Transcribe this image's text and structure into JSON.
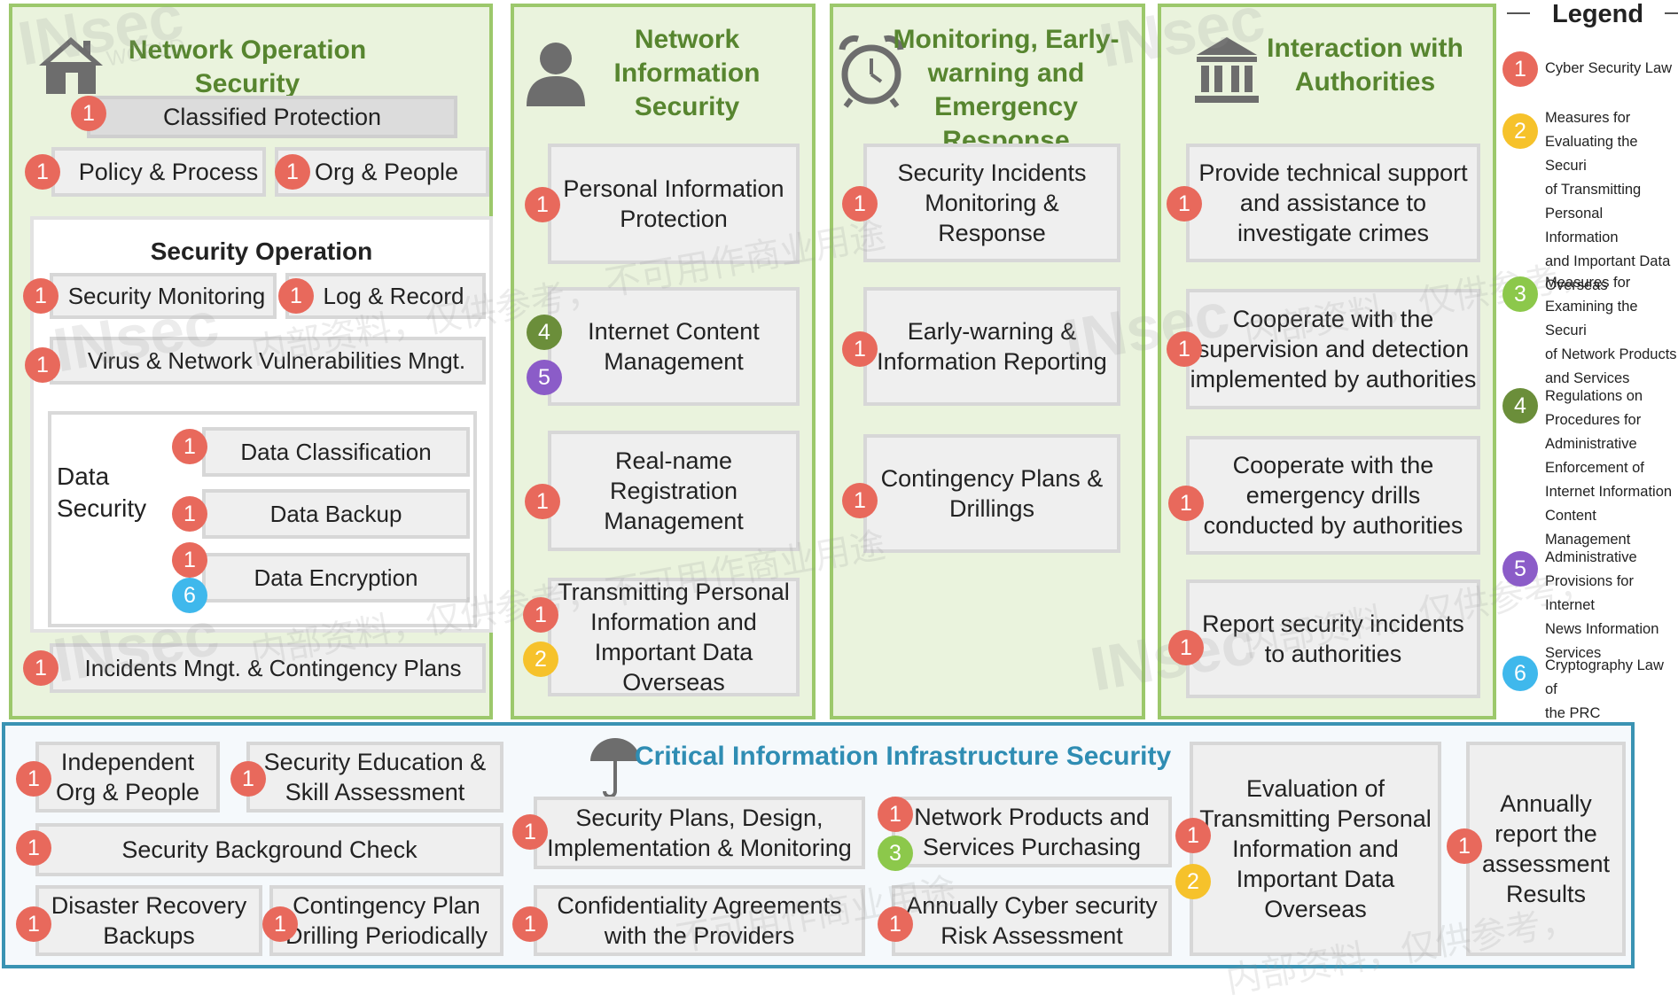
{
  "col1": {
    "title": "Network Operation\nSecurity",
    "classified": "Classified Protection",
    "policy": "Policy & Process",
    "org": "Org & People",
    "security_operation_title": "Security Operation",
    "sec_monitoring": "Security Monitoring",
    "log_record": "Log & Record",
    "virus": "Virus & Network Vulnerabilities Mngt.",
    "data_security_label": "Data\nSecurity",
    "data_classification": "Data Classification",
    "data_backup": "Data Backup",
    "data_encryption": "Data Encryption",
    "incidents": "Incidents Mngt. & Contingency Plans"
  },
  "col2": {
    "title": "Network\nInformation\nSecurity",
    "personal": "Personal Information\nProtection",
    "internet": "Internet Content\nManagement",
    "realname": "Real-name\nRegistration\nManagement",
    "transmitting": "Transmitting Personal\nInformation and\nImportant Data\nOverseas"
  },
  "col3": {
    "title": "Monitoring, Early-\nwarning and\nEmergency Response",
    "incidents": "Security Incidents\nMonitoring &\nResponse",
    "earlywarning": "Early-warning &\nInformation Reporting",
    "contingency": "Contingency Plans &\nDrillings"
  },
  "col4": {
    "title": "Interaction with\nAuthorities",
    "technical": "Provide technical support\nand assistance to\ninvestigate crimes",
    "supervision": "Cooperate with the\nsupervision and detection\nimplemented by authorities",
    "drills": "Cooperate with the\nemergency drills\nconducted by authorities",
    "report": "Report security incidents\nto authorities"
  },
  "cii": {
    "title": "Critical Information Infrastructure Security",
    "independent": "Independent\nOrg & People",
    "education": "Security Education &\nSkill Assessment",
    "background": "Security Background Check",
    "disaster": "Disaster Recovery\nBackups",
    "contingency": "Contingency Plan\nDrilling Periodically",
    "plans": "Security Plans, Design,\nImplementation & Monitoring",
    "confidentiality": "Confidentiality Agreements\nwith the Providers",
    "products": "Network Products and\nServices Purchasing",
    "risk": "Annually Cyber security\nRisk Assessment",
    "evaluation": "Evaluation of\nTransmitting Personal\nInformation and\nImportant Data\nOverseas",
    "annually": "Annually\nreport the\nassessment\nResults"
  },
  "legend": {
    "title": "Legend",
    "items": [
      {
        "num": "1",
        "text": "Cyber Security Law",
        "color": "#e8695c"
      },
      {
        "num": "2",
        "text": "Measures for\nEvaluating the Securi\nof Transmitting\nPersonal Information\nand Important Data\nOverseas",
        "color": "#f6c22b"
      },
      {
        "num": "3",
        "text": "Measures for\nExamining the Securi\nof Network Products\nand Services",
        "color": "#8cc84b"
      },
      {
        "num": "4",
        "text": "Regulations on\nProcedures for\nAdministrative\nEnforcement of\nInternet Information\nContent Management",
        "color": "#6b8e3a"
      },
      {
        "num": "5",
        "text": "Administrative\nProvisions for Internet\nNews Information\nServices",
        "color": "#8b5cc8"
      },
      {
        "num": "6",
        "text": "Cryptography Law of\nthe PRC",
        "color": "#3fb8ec"
      }
    ]
  },
  "badges": {
    "one": "1",
    "two": "2",
    "three": "3",
    "four": "4",
    "five": "5",
    "six": "6"
  },
  "watermark": {
    "brand": "INsec",
    "world": "WORLD",
    "cn1": "内部资料，仅供参考，",
    "cn2": "不可用作商业用途"
  }
}
